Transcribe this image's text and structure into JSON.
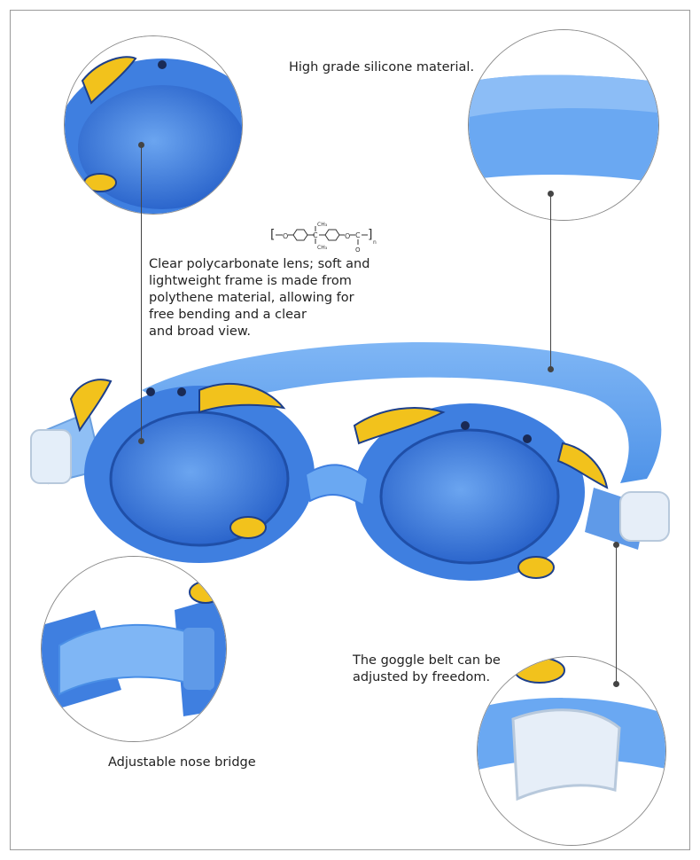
{
  "captions": {
    "silicone": "High grade silicone material.",
    "lens_lines": [
      "Clear polycarbonate lens; soft and",
      "lightweight frame is made from",
      "polythene material, allowing for",
      "free bending and a clear",
      "and broad view."
    ],
    "belt_lines": [
      "The goggle belt can be",
      "adjusted by freedom."
    ],
    "nose": "Adjustable nose bridge"
  },
  "formula": {
    "ch3_top": "CH₃",
    "ch3_bottom": "CH₃",
    "carbon": "C",
    "oxygen_left": "O",
    "oxygen_right": "O",
    "carbonyl_c": "C",
    "carbonyl_o": "O",
    "n": "n"
  },
  "colors": {
    "goggle_blue": "#4a8fe6",
    "strap_blue": "#6aa8f2",
    "lens_blue": "#2f6fd8",
    "accent_yellow": "#f2c21c",
    "clip_clear": "#e6eef8",
    "leader": "#444444"
  },
  "icons": [
    "goggles-illustration",
    "chemical-formula-icon",
    "strap-detail-image",
    "lens-detail-image",
    "nose-bridge-detail-image",
    "clip-detail-image"
  ]
}
